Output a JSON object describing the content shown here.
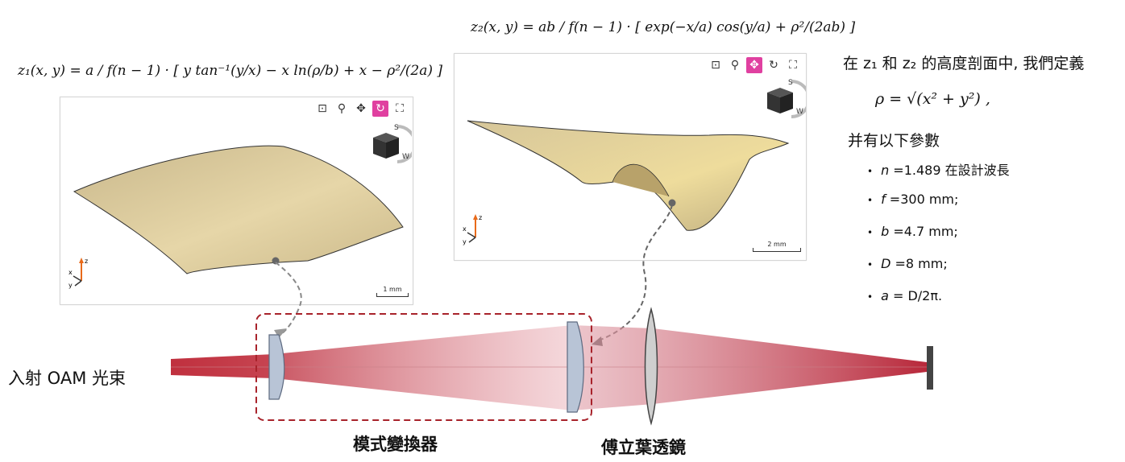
{
  "formula_z1": "z₁(x, y) = a / f(n − 1) · [ y tan⁻¹(y/x) − x ln(ρ/b) + x − ρ²/(2a) ]",
  "formula_z2": "z₂(x, y) = ab / f(n − 1) · [ exp(−x/a) cos(y/a) + ρ²/(2ab) ]",
  "panel_left": {
    "scale": "1 mm",
    "axes": {
      "x": "x",
      "y": "y",
      "z": "z"
    },
    "cube_letters": {
      "s": "S",
      "w": "W"
    }
  },
  "panel_right": {
    "scale": "2 mm",
    "axes": {
      "x": "x",
      "y": "y",
      "z": "z"
    },
    "cube_letters": {
      "s": "S",
      "w": "W"
    }
  },
  "toolbar_icons": [
    "zoom-box-icon",
    "zoom-icon",
    "pan-icon",
    "rotate-icon",
    "fullscreen-icon"
  ],
  "right_text": {
    "line1": "在 z₁ 和 z₂ 的高度剖面中, 我們定義",
    "rho_def": "ρ = √(x² + y²) ,",
    "line2": "并有以下參數",
    "params": [
      {
        "sym": "n",
        "rest": " =1.489 在設計波長"
      },
      {
        "sym": "f",
        "rest": " =300 mm;"
      },
      {
        "sym": "b",
        "rest": " =4.7 mm;"
      },
      {
        "sym": "D",
        "rest": " =8 mm;"
      },
      {
        "sym": "a",
        "rest": " = D/2π."
      }
    ]
  },
  "labels": {
    "input_beam": "入射 OAM 光束",
    "mode_converter": "模式變換器",
    "fourier_lens": "傅立葉透鏡"
  },
  "colors": {
    "beam": "#c0303e",
    "surface": "#d8c79c",
    "lens": "#b8c4d6",
    "dashed_box": "#a8232b",
    "active_icon": "#e040a0"
  }
}
